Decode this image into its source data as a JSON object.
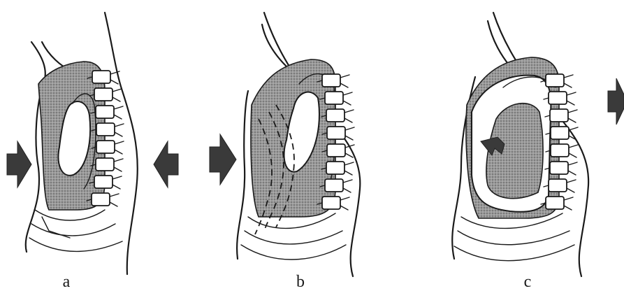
{
  "figure": {
    "panels": [
      {
        "id": "a",
        "label": "a"
      },
      {
        "id": "b",
        "label": "b"
      },
      {
        "id": "c",
        "label": "c"
      }
    ],
    "colors": {
      "ink": "#1a1a1a",
      "stipple": "#8a8a8a",
      "arrow": "#3a3a3a",
      "background": "#ffffff"
    },
    "icons": [
      "compression-arrow-icon",
      "recoil-arrow-icon",
      "spine-icon"
    ]
  }
}
